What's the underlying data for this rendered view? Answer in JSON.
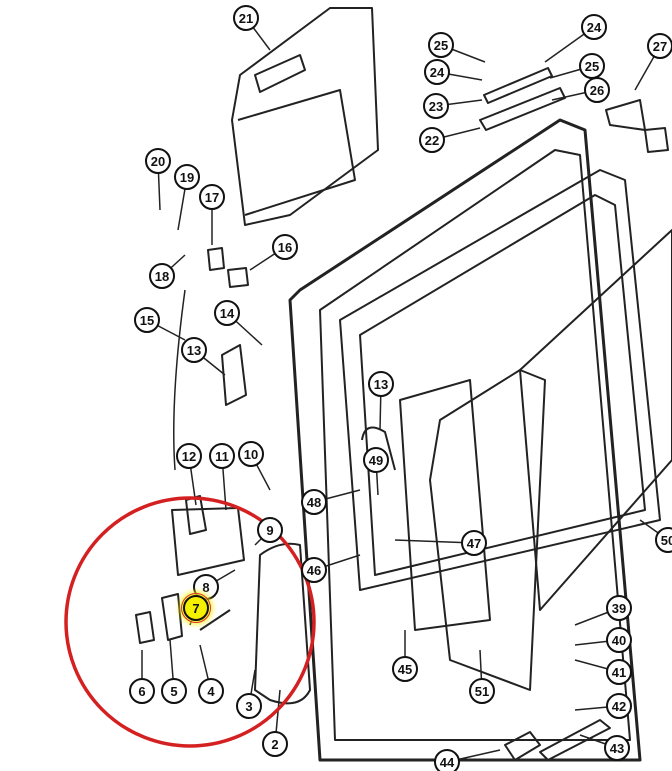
{
  "diagram": {
    "callouts": [
      "21",
      "25",
      "24",
      "27",
      "24",
      "25",
      "26",
      "23",
      "22",
      "20",
      "19",
      "17",
      "16",
      "18",
      "15",
      "14",
      "13",
      "13",
      "49",
      "12",
      "11",
      "10",
      "48",
      "9",
      "47",
      "46",
      "50",
      "8",
      "7",
      "39",
      "40",
      "41",
      "45",
      "51",
      "6",
      "5",
      "4",
      "3",
      "42",
      "2",
      "44",
      "43"
    ],
    "highlighted_callout": "7",
    "highlight_color": "#f5f000",
    "circle_annotation_color": "#d42020"
  }
}
